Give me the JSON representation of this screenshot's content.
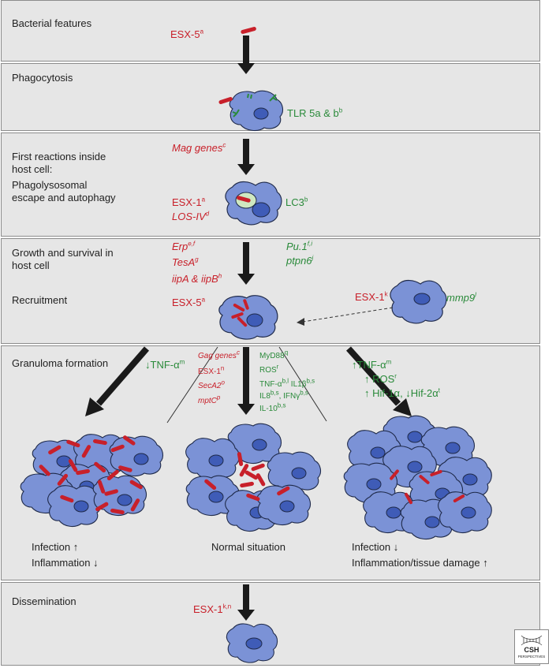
{
  "panels": {
    "bacterial": {
      "title": "Bacterial features",
      "esx5": "ESX-5",
      "esx5_sup": "a"
    },
    "phago": {
      "title": "Phagocytosis",
      "tlr": "TLR 5a & b",
      "tlr_sup": "b"
    },
    "first": {
      "title1": "First reactions inside",
      "title2": "host cell:",
      "title3": "Phagolysosomal",
      "title4": "escape and autophagy",
      "mag": "Mag genes",
      "mag_sup": "c",
      "esx1": "ESX-1",
      "esx1_sup": "a",
      "los": "LOS-IV",
      "los_sup": "d",
      "lc3": "LC3",
      "lc3_sup": "b"
    },
    "growth": {
      "title1": "Growth and survival in",
      "title2": "host cell",
      "title3": "Recruitment",
      "erp": "Erp",
      "erp_sup": "e,f",
      "tesa": "TesA",
      "tesa_sup": "g",
      "iip": "iipA & iipB",
      "iip_sup": "h",
      "esx5": "ESX-5",
      "esx5_sup": "a",
      "pu1": "Pu.1",
      "pu1_sup": "f,i",
      "ptpn6": "ptpn6",
      "ptpn6_sup": "j",
      "esx1": "ESX-1",
      "esx1_sup": "k",
      "mmp9": "mmp9",
      "mmp9_sup": "l"
    },
    "granuloma": {
      "title": "Granuloma formation",
      "tnf_down": "↓TNF-α",
      "tnf_down_sup": "m",
      "gag": "Gag genes",
      "gag_sup": "c",
      "esx1": "ESX-1",
      "esx1_sup": "n",
      "seca2": "SecA2",
      "seca2_sup": "o",
      "mptc": "mptC",
      "mptc_sup": "p",
      "myd88": "MyD88",
      "myd88_sup": "q",
      "ros": "ROS",
      "ros_sup": "r",
      "tnfa": "TNF-α",
      "tnfa_sup": "b,l",
      "il1b": " IL1β",
      "il1b_sup": "b,s",
      "il8": "IL8",
      "il8_sup": "b,s",
      "ifng": ", IFNγ",
      "ifng_sup": "b,s",
      "il10": "IL-10",
      "il10_sup": "b,s",
      "tnf_up": "↑TNF-α",
      "tnf_up_sup": "m",
      "ros_up": "↑ ROS",
      "ros_up_sup": "r",
      "hif": "↑ Hif-1α, ↓Hif-2α",
      "hif_sup": "t",
      "left1": "Infection ↑",
      "left2": "Inflammation ↓",
      "middle": "Normal situation",
      "right1": "Infection ↓",
      "right2": "Inflammation/tissue damage ↑"
    },
    "dissemination": {
      "title": "Dissemination",
      "esx1": "ESX-1",
      "esx1_sup": "k,n"
    }
  },
  "logo": {
    "line1": "CSH",
    "line2": "PERSPECTIVES"
  },
  "colors": {
    "panel_bg": "#e6e6e6",
    "cell_fill": "#7b92d6",
    "nucleus_fill": "#3f5cb7",
    "bacteria": "#c8202a",
    "red_text": "#c8202a",
    "green_text": "#2a8a3a",
    "arrow": "#1a1a1a"
  }
}
